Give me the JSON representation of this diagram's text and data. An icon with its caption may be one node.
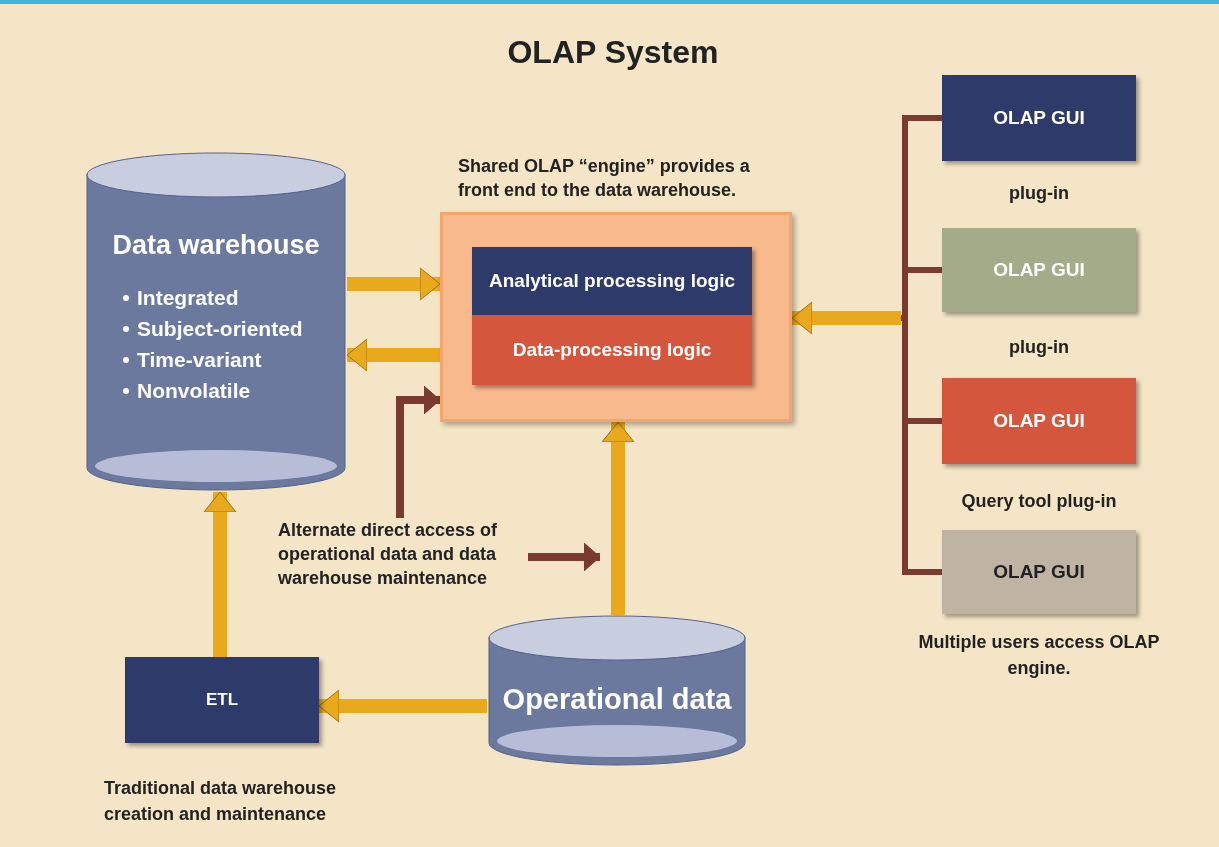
{
  "diagram": {
    "title": "OLAP System",
    "nodes": [
      {
        "text": [
          "Data warehouse",
          "Integrated",
          "Subject-oriented",
          "Time-variant",
          "Nonvolatile"
        ]
      },
      {
        "text": [
          "Shared OLAP “engine” provides a front end to the data warehouse."
        ]
      },
      {
        "text": [
          "Analytical processing logic"
        ],
        "in": 1
      },
      {
        "text": [
          "Data-processing logic"
        ],
        "in": 1
      },
      {
        "text": [
          "OLAP GUI"
        ],
        "beside": [
          "plug-in"
        ]
      },
      {
        "text": [
          "OLAP GUI"
        ],
        "beside": [
          "plug-in"
        ]
      },
      {
        "text": [
          "OLAP GUI"
        ],
        "beside": [
          "Query tool plug-in"
        ]
      },
      {
        "text": [
          "OLAP GUI"
        ],
        "beside": [
          "Multiple users access OLAP engine."
        ]
      },
      {
        "text": [
          "ETL"
        ],
        "beside": [
          "Traditional data warehouse creation and maintenance"
        ]
      },
      {
        "text": [
          "Operational data"
        ]
      },
      {
        "text": [
          "Alternate direct access of operational data and data warehouse maintenance"
        ]
      }
    ],
    "edges": [
      {
        "from": 0,
        "to": 1,
        "arrow": "to",
        "color": "#e9a91c"
      },
      {
        "from": 1,
        "to": 0,
        "arrow": "to",
        "color": "#e9a91c"
      },
      {
        "from": 4,
        "to": 1,
        "arrow": "to",
        "color": "#7b3a2e"
      },
      {
        "from": 5,
        "to": 1,
        "arrow": "to",
        "color": "#7b3a2e"
      },
      {
        "from": 6,
        "to": 1,
        "arrow": "to",
        "color": "#7b3a2e"
      },
      {
        "from": 7,
        "to": 1,
        "arrow": "to",
        "color": "#7b3a2e"
      },
      {
        "from": 9,
        "to": 8,
        "arrow": "to",
        "color": "#e9a91c"
      },
      {
        "from": 8,
        "to": 0,
        "arrow": "to",
        "color": "#e9a91c"
      },
      {
        "from": 9,
        "to": 1,
        "arrow": "to",
        "color": "#e9a91c"
      },
      {
        "from": 10,
        "to": 1,
        "arrow": "to",
        "color": "#7b3a2e"
      },
      {
        "from": 10,
        "to": null,
        "arrow": "to",
        "color": "#7b3a2e"
      }
    ]
  }
}
